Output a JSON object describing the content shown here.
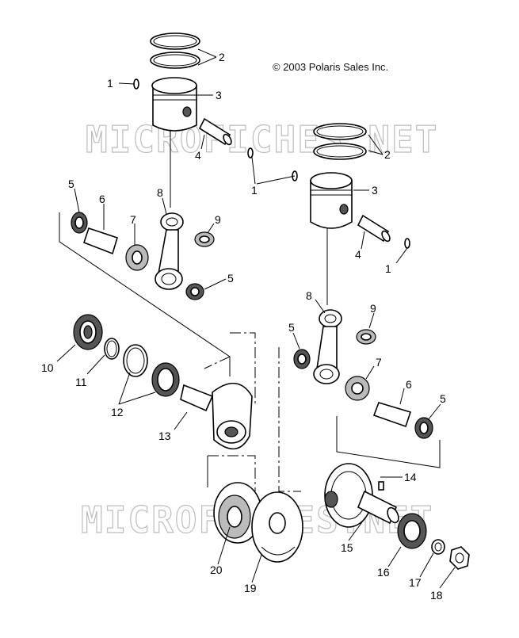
{
  "copyright": "© 2003 Polaris Sales Inc.",
  "watermark": "MICROFICHES.NET",
  "callouts": [
    {
      "id": "c1a",
      "label": "1"
    },
    {
      "id": "c2a",
      "label": "2"
    },
    {
      "id": "c3a",
      "label": "3"
    },
    {
      "id": "c4a",
      "label": "4"
    },
    {
      "id": "c5a",
      "label": "5"
    },
    {
      "id": "c6a",
      "label": "6"
    },
    {
      "id": "c7a",
      "label": "7"
    },
    {
      "id": "c8a",
      "label": "8"
    },
    {
      "id": "c9a",
      "label": "9"
    },
    {
      "id": "c5b",
      "label": "5"
    },
    {
      "id": "c1b",
      "label": "1"
    },
    {
      "id": "c2b",
      "label": "2"
    },
    {
      "id": "c3b",
      "label": "3"
    },
    {
      "id": "c4b",
      "label": "4"
    },
    {
      "id": "c1c",
      "label": "1"
    },
    {
      "id": "c8b",
      "label": "8"
    },
    {
      "id": "c9b",
      "label": "9"
    },
    {
      "id": "c5c",
      "label": "5"
    },
    {
      "id": "c7b",
      "label": "7"
    },
    {
      "id": "c6b",
      "label": "6"
    },
    {
      "id": "c5d",
      "label": "5"
    },
    {
      "id": "c10",
      "label": "10"
    },
    {
      "id": "c11",
      "label": "11"
    },
    {
      "id": "c12",
      "label": "12"
    },
    {
      "id": "c13",
      "label": "13"
    },
    {
      "id": "c14",
      "label": "14"
    },
    {
      "id": "c15",
      "label": "15"
    },
    {
      "id": "c16",
      "label": "16"
    },
    {
      "id": "c17",
      "label": "17"
    },
    {
      "id": "c18",
      "label": "18"
    },
    {
      "id": "c19",
      "label": "19"
    },
    {
      "id": "c20",
      "label": "20"
    }
  ]
}
